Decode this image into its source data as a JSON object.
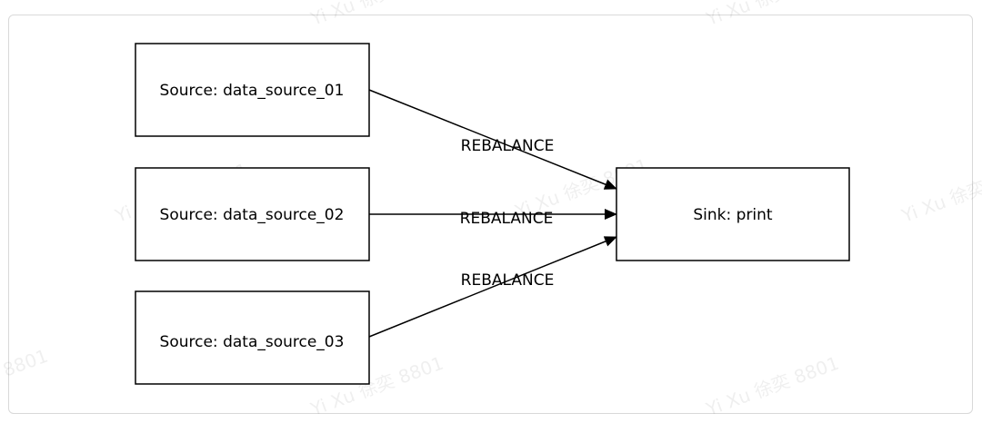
{
  "diagram": {
    "nodes": [
      {
        "id": "source-01",
        "label": "Source: data_source_01"
      },
      {
        "id": "source-02",
        "label": "Source: data_source_02"
      },
      {
        "id": "source-03",
        "label": "Source: data_source_03"
      },
      {
        "id": "sink",
        "label": "Sink: print"
      }
    ],
    "edges": [
      {
        "from": "source-01",
        "to": "sink",
        "label": "REBALANCE"
      },
      {
        "from": "source-02",
        "to": "sink",
        "label": "REBALANCE"
      },
      {
        "from": "source-03",
        "to": "sink",
        "label": "REBALANCE"
      }
    ]
  },
  "watermark": {
    "text": "Yi Xu 徐奕 8801"
  }
}
